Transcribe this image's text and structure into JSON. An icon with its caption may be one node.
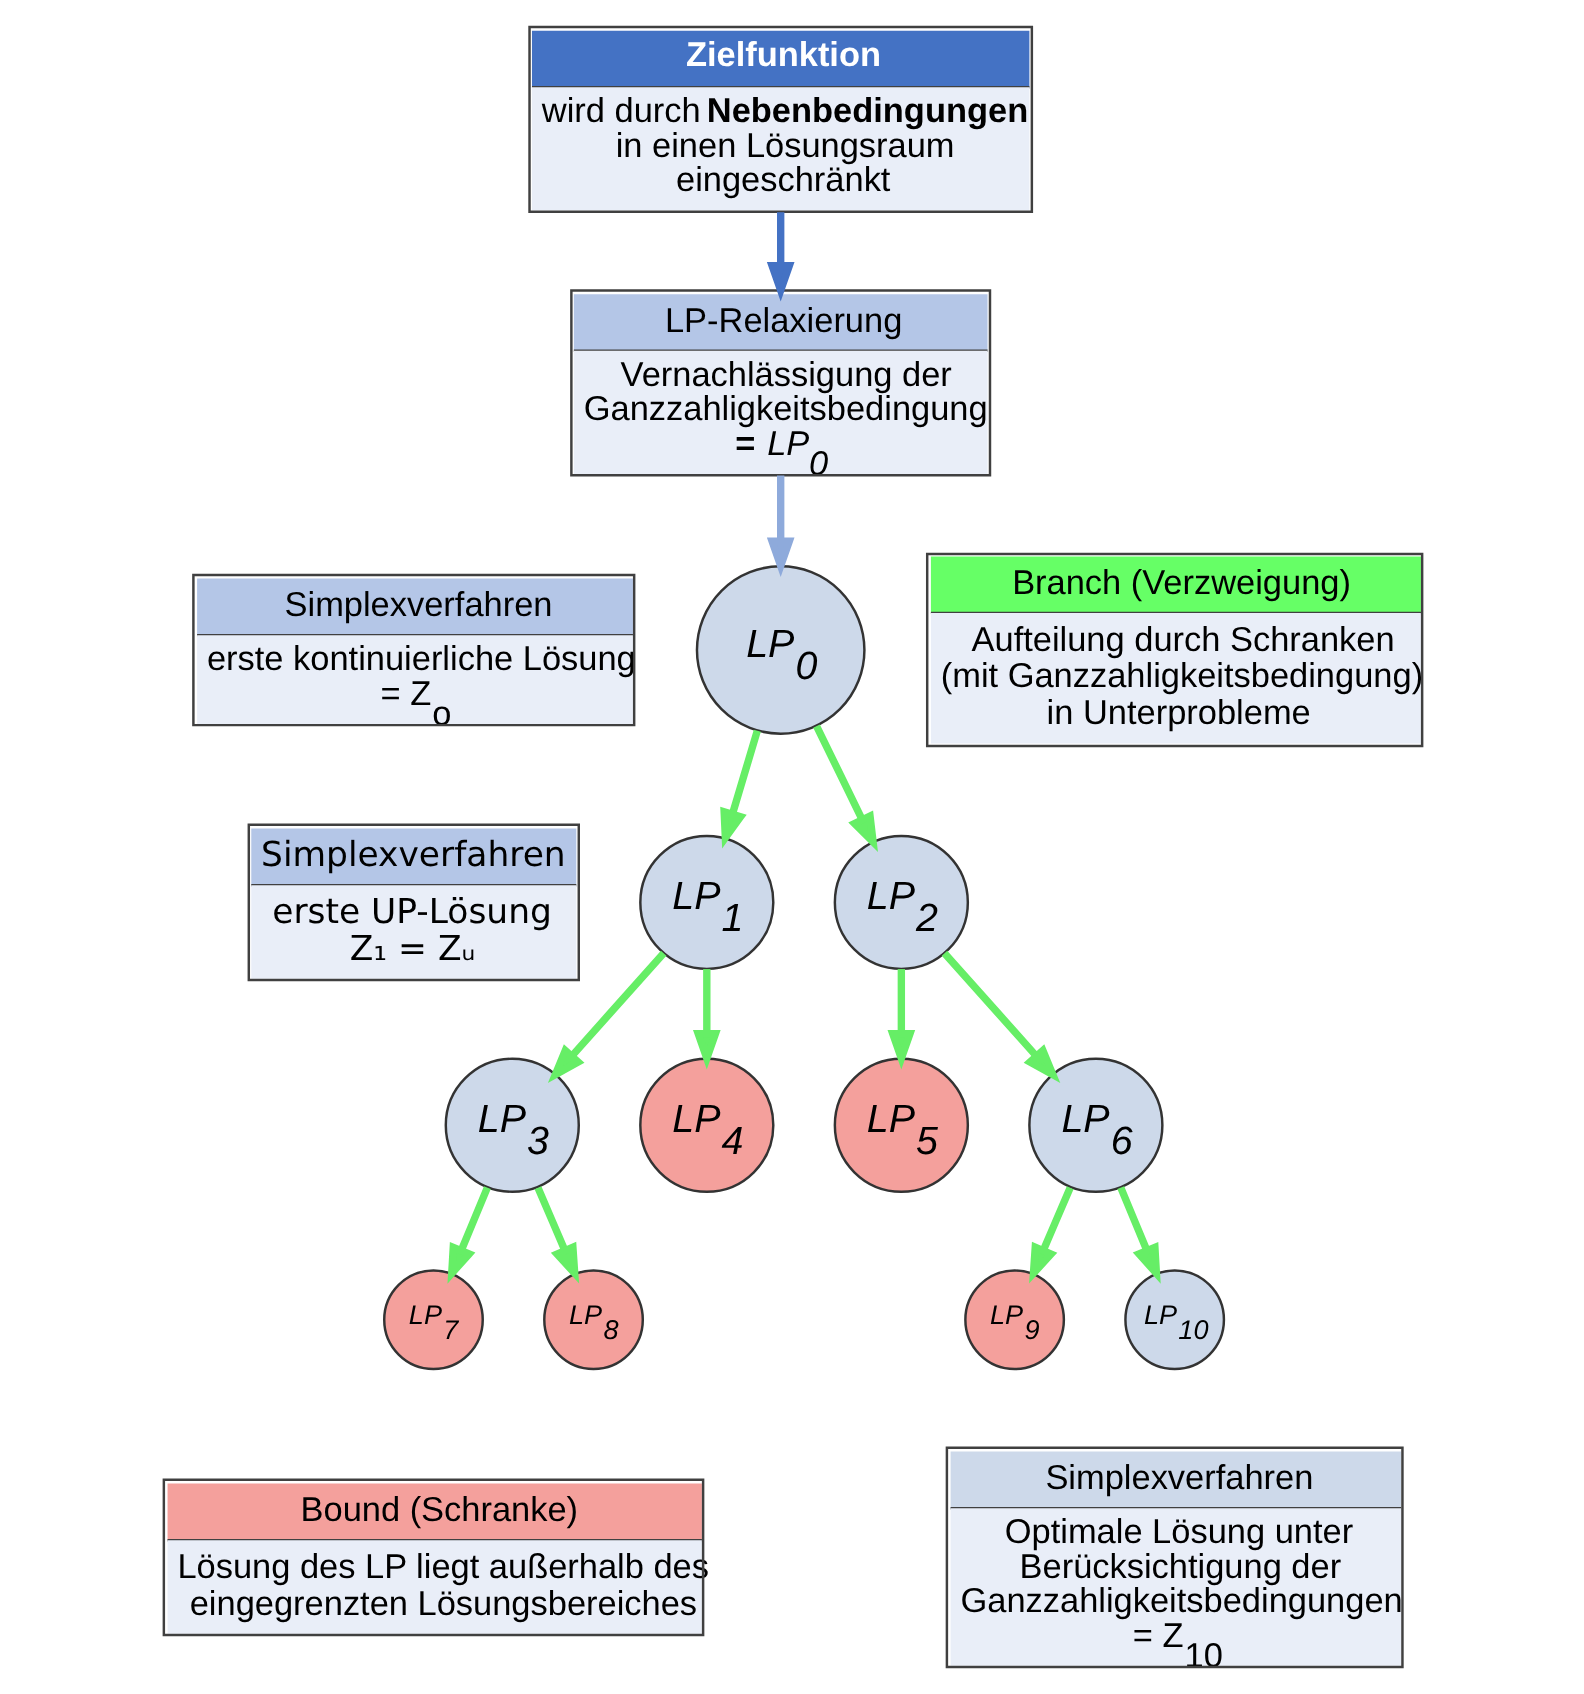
{
  "diagram": {
    "nodes": [
      {
        "text": [
          "Zielfunktion",
          "wird durch **Nebenbedingungen** in einen Lösungsraum eingeschränkt"
        ]
      },
      {
        "text": [
          "LP-Relaxierung",
          "Vernachlässigung der Ganzzahligkeitsbedingung **=** *LP$_{0}$*"
        ]
      },
      {
        "text": [
          "Simplexverfahren",
          "erste kontinuierliche Lösung = Z$_{o}$"
        ]
      },
      {
        "text": [
          "*LP$_{0}$*"
        ]
      },
      {
        "text": [
          "Branch (Verzweigung)",
          "Aufteilung durch Schranken (mit Ganzzahligkeitsbedingung) in Unterprobleme"
        ]
      },
      {
        "text": [
          "Simplexverfahren",
          "erste UP-Lösung Z₁ = Zᵤ"
        ]
      },
      {
        "text": [
          "*LP$_{1}$*"
        ]
      },
      {
        "text": [
          "*LP$_{2}$*"
        ]
      },
      {
        "text": [
          "*LP$_{3}$*"
        ]
      },
      {
        "text": [
          "*LP$_{4}$*"
        ]
      },
      {
        "text": [
          "*LP$_{5}$*"
        ]
      },
      {
        "text": [
          "*LP$_{6}$*"
        ]
      },
      {
        "text": [
          "*LP$_{7}$*"
        ]
      },
      {
        "text": [
          "*LP$_{8}$*"
        ]
      },
      {
        "text": [
          "*LP$_{9}$*"
        ]
      },
      {
        "text": [
          "*LP$_{10}$*"
        ]
      },
      {
        "text": [
          "Bound (Schranke)",
          "Lösung des LP liegt außerhalb des eingegrenzten Lösungsbereiches"
        ]
      },
      {
        "text": [
          "Simplexverfahren",
          "Optimale Lösung unter Berücksichtigung der Ganzzahligkeitsbedingungen = Z$_{10}$"
        ]
      }
    ],
    "edges": [
      {
        "from": 0,
        "to": 1,
        "arrow": "to",
        "color": "#4472c4"
      },
      {
        "from": 1,
        "to": 3,
        "arrow": "to",
        "color": "#8eaadb"
      },
      {
        "from": 3,
        "to": 6,
        "arrow": "to"
      },
      {
        "from": 3,
        "to": 7,
        "arrow": "to"
      },
      {
        "from": 6,
        "to": 8,
        "arrow": "to"
      },
      {
        "from": 6,
        "to": 9,
        "arrow": "to"
      },
      {
        "from": 7,
        "to": 10,
        "arrow": "to"
      },
      {
        "from": 7,
        "to": 11,
        "arrow": "to"
      },
      {
        "from": 8,
        "to": 12,
        "arrow": "to"
      },
      {
        "from": 8,
        "to": 13,
        "arrow": "to"
      },
      {
        "from": 11,
        "to": 14,
        "arrow": "to"
      },
      {
        "from": 11,
        "to": 15,
        "arrow": "to"
      }
    ]
  }
}
